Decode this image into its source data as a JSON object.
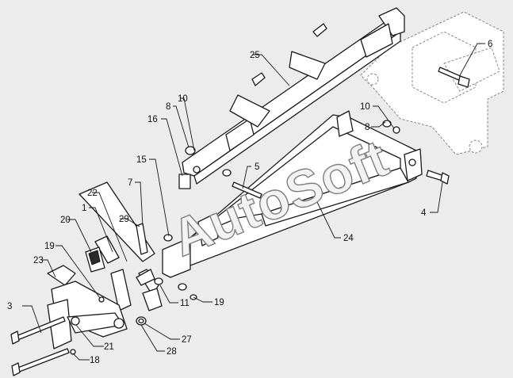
{
  "watermark": "AutoSoft",
  "callouts": {
    "c1": "1",
    "c3": "3",
    "c4": "4",
    "c5": "5",
    "c6": "6",
    "c7": "7",
    "c8a": "8",
    "c8b": "8",
    "c10a": "10",
    "c10b": "10",
    "c11": "11",
    "c15": "15",
    "c16": "16",
    "c18": "18",
    "c19a": "19",
    "c19b": "19",
    "c20": "20",
    "c21": "21",
    "c22": "22",
    "c23": "23",
    "c24": "24",
    "c25": "25",
    "c27": "27",
    "c28": "28",
    "c29": "29"
  }
}
